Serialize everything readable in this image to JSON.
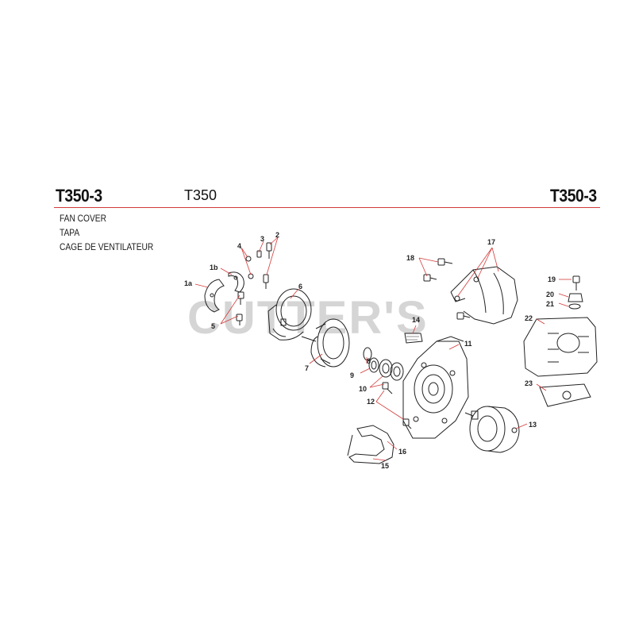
{
  "header": {
    "model_left": "T350-3",
    "model_center": "T350",
    "model_right": "T350-3",
    "rule_color": "#d33a3a"
  },
  "section": {
    "name_en": "FAN COVER",
    "name_es": "TAPA",
    "name_fr": "CAGE DE VENTILATEUR"
  },
  "watermark": "CUTTER'S",
  "callouts": {
    "p1a": "1a",
    "p1b": "1b",
    "p2": "2",
    "p3": "3",
    "p4": "4",
    "p5": "5",
    "p6": "6",
    "p7": "7",
    "p8": "8",
    "p9": "9",
    "p10": "10",
    "p11": "11",
    "p12": "12",
    "p13": "13",
    "p14": "14",
    "p15": "15",
    "p16": "16",
    "p17": "17",
    "p18": "18",
    "p19": "19",
    "p20": "20",
    "p21": "21",
    "p22": "22",
    "p23": "23"
  },
  "leader_color": "#d33a3a"
}
